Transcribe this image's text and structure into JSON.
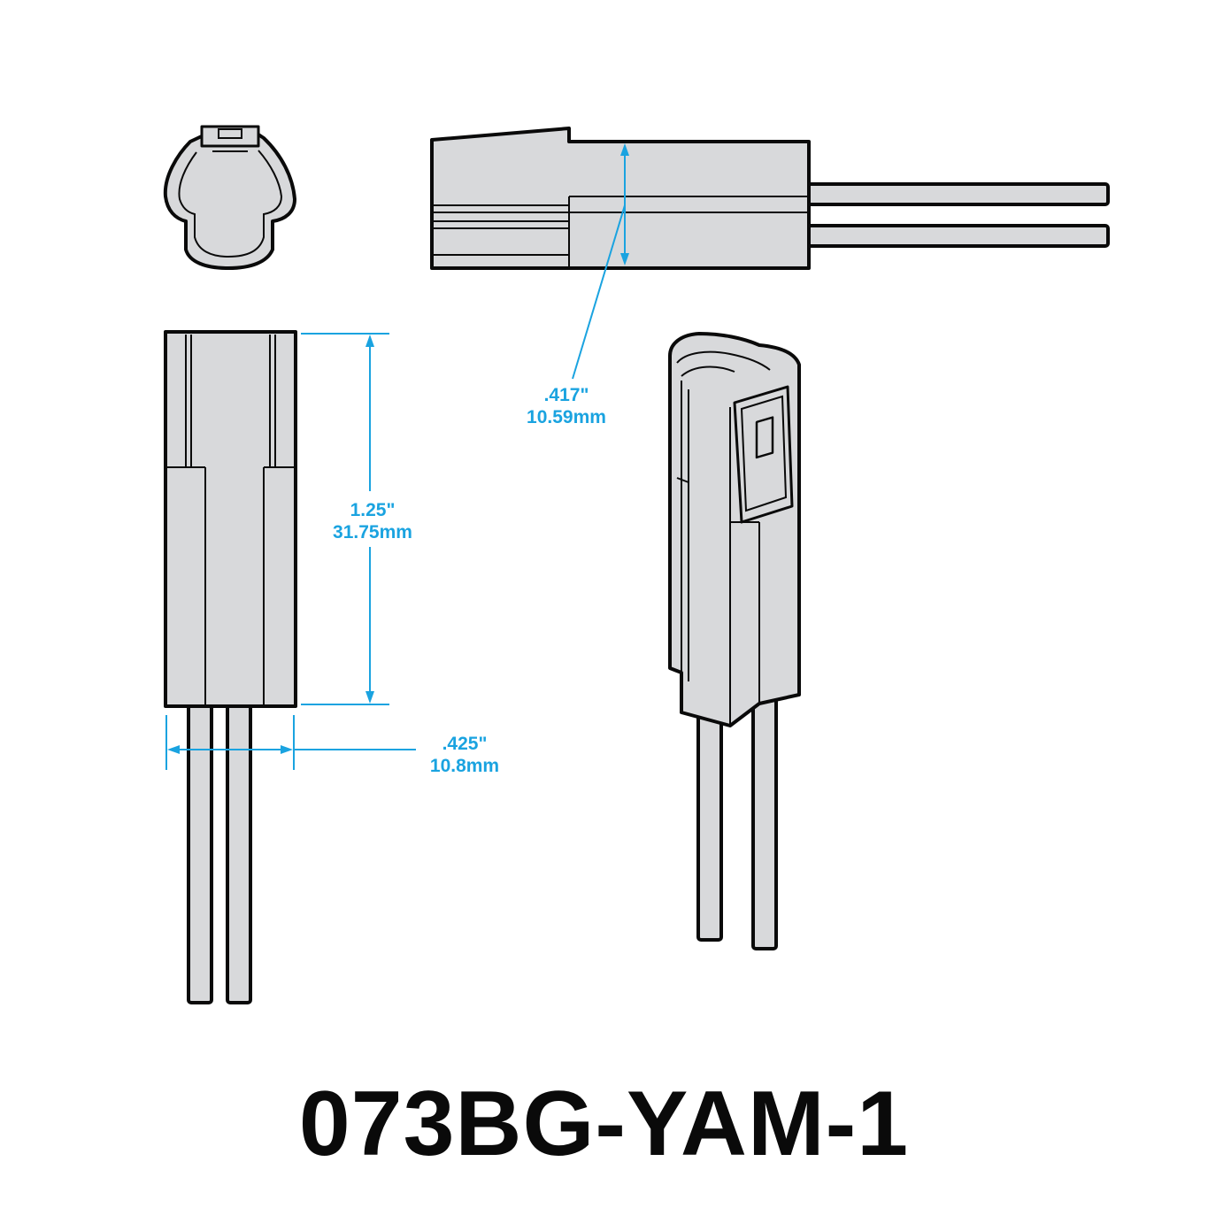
{
  "title": "073BG-YAM-1",
  "dimensions": {
    "width_top": {
      "inch": ".417\"",
      "mm": "10.59mm"
    },
    "length": {
      "inch": "1.25\"",
      "mm": "31.75mm"
    },
    "width_side": {
      "inch": ".425\"",
      "mm": "10.8mm"
    }
  },
  "colors": {
    "body": "#d8d9db",
    "outline": "#0a0a0a",
    "dimension": "#1aa3e0"
  }
}
